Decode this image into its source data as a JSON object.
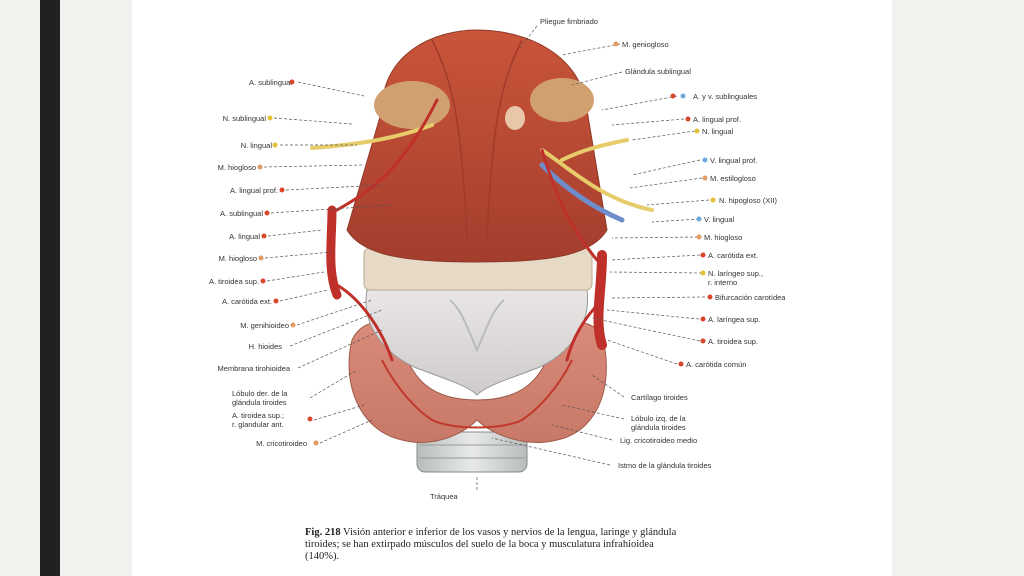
{
  "labels_left": [
    {
      "text": "A. sublingual",
      "dot": "#d9472b"
    },
    {
      "text": "N. sublingual",
      "dot": "#e3c23a"
    },
    {
      "text": "N. lingual",
      "dot": "#e3c23a"
    },
    {
      "text": "M. hiogloso",
      "dot": "#e09a62"
    },
    {
      "text": "A. lingual prof.",
      "dot": "#d9472b"
    },
    {
      "text": "A. sublingual",
      "dot": "#d9472b"
    },
    {
      "text": "A. lingual",
      "dot": "#d9472b"
    },
    {
      "text": "M. hiogloso",
      "dot": "#e09a62"
    },
    {
      "text": "A. tiroidea sup.",
      "dot": "#d9472b"
    },
    {
      "text": "A. carótida ext.",
      "dot": "#d9472b"
    },
    {
      "text": "M. genihioideo",
      "dot": "#e09a62"
    },
    {
      "text": "H. hioides",
      "dot": ""
    },
    {
      "text": "Membrana tirohioidea",
      "dot": ""
    },
    {
      "text": "Lóbulo der. de la\nglándula tiroides",
      "dot": ""
    },
    {
      "text": "A. tiroidea sup.;\nr. glandular ant.",
      "dot": "#d9472b"
    },
    {
      "text": "M. cricotiroideo",
      "dot": "#e09a62"
    }
  ],
  "labels_right": [
    {
      "text": "Pliegue fimbriado",
      "dot": ""
    },
    {
      "text": "M. geniogloso",
      "dot": "#e09a62"
    },
    {
      "text": "Glándula sublingual",
      "dot": ""
    },
    {
      "text": "A. y v. sublinguales",
      "dot": "#d9472b",
      "dot2": "#6fa9dc"
    },
    {
      "text": "A. lingual prof.",
      "dot": "#d9472b"
    },
    {
      "text": "N. lingual",
      "dot": "#e3c23a"
    },
    {
      "text": "V. lingual prof.",
      "dot": "#6fa9dc"
    },
    {
      "text": "M. estilogloso",
      "dot": "#e09a62"
    },
    {
      "text": "N. hipogloso (XII)",
      "dot": "#e3c23a"
    },
    {
      "text": "V. lingual",
      "dot": "#6fa9dc"
    },
    {
      "text": "M. hiogloso",
      "dot": "#e09a62"
    },
    {
      "text": "A. carótida ext.",
      "dot": "#d9472b"
    },
    {
      "text": "N. laríngeo sup.,\nr. interno",
      "dot": "#e3c23a"
    },
    {
      "text": "Bifurcación carotídea",
      "dot": "#d9472b"
    },
    {
      "text": "A. laríngea sup.",
      "dot": "#d9472b"
    },
    {
      "text": "A. tiroidea sup.",
      "dot": "#d9472b"
    },
    {
      "text": "A. carótida común",
      "dot": "#d9472b"
    },
    {
      "text": "Cartílago tiroides",
      "dot": ""
    },
    {
      "text": "Lóbulo izq. de la\nglándula tiroides",
      "dot": ""
    },
    {
      "text": "Lig. cricotiroideo medio",
      "dot": ""
    },
    {
      "text": "Istmo de la glándula tiroides",
      "dot": ""
    }
  ],
  "bottom_label": "Tráquea",
  "caption": {
    "fig": "Fig. 218",
    "text": "Visión anterior e inferior de los vasos y nervios de la lengua, laringe y glándula tiroides; se han extirpado músculos del suelo de la boca y musculatura infrahioidea (140%)."
  }
}
